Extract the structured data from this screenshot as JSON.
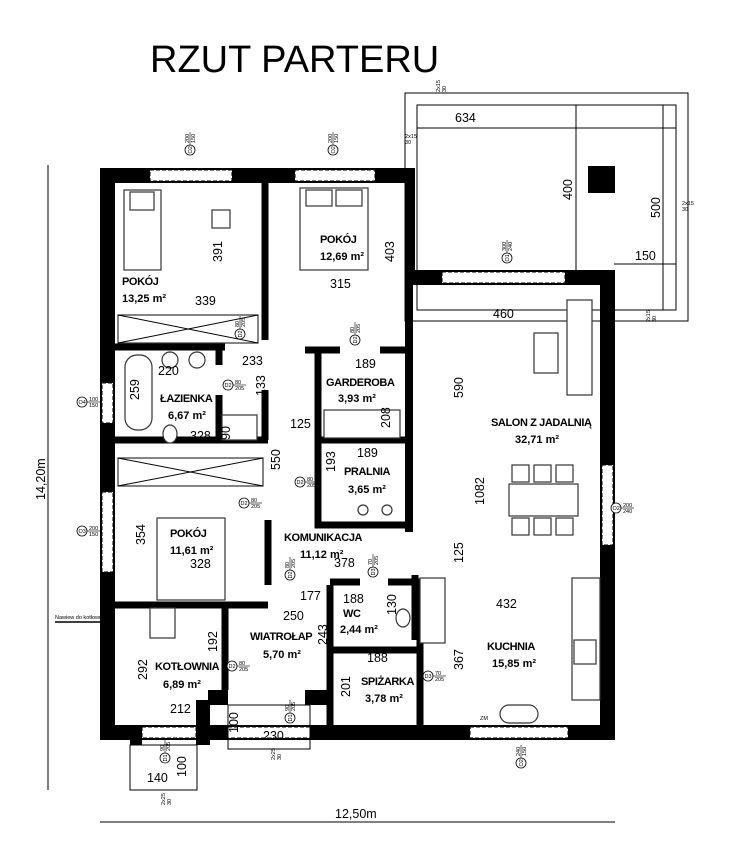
{
  "title": "RZUT PARTERU",
  "overall": {
    "height": "14,20m",
    "width": "12,50m"
  },
  "note": "Nawiew do kotłowni",
  "rooms": [
    {
      "name": "POKÓJ",
      "area": "13,25 m²"
    },
    {
      "name": "POKÓJ",
      "area": "12,69 m²"
    },
    {
      "name": "ŁAZIENKA",
      "area": "6,67 m²"
    },
    {
      "name": "GARDEROBA",
      "area": "3,93 m²"
    },
    {
      "name": "PRALNIA",
      "area": "3,65 m²"
    },
    {
      "name": "POKÓJ",
      "area": "11,61 m²"
    },
    {
      "name": "KOMUNIKACJA",
      "area": "11,12 m²"
    },
    {
      "name": "SALON Z JADALNIĄ",
      "area": "32,71 m²"
    },
    {
      "name": "WC",
      "area": "2,44 m²"
    },
    {
      "name": "WIATROŁAP",
      "area": "5,70 m²"
    },
    {
      "name": "KOTŁOWNIA",
      "area": "6,89 m²"
    },
    {
      "name": "SPIŻARKA",
      "area": "3,78 m²"
    },
    {
      "name": "KUCHNIA",
      "area": "15,85 m²"
    }
  ],
  "dimensions": [
    "634",
    "400",
    "500",
    "150",
    "339",
    "391",
    "315",
    "403",
    "233",
    "220",
    "133",
    "259",
    "328",
    "90",
    "125",
    "189",
    "208",
    "189",
    "193",
    "550",
    "354",
    "328",
    "378",
    "177",
    "188",
    "250",
    "130",
    "243",
    "192",
    "292",
    "188",
    "201",
    "212",
    "100",
    "230",
    "140",
    "100",
    "460",
    "590",
    "1082",
    "125",
    "432",
    "367"
  ],
  "openings": [
    {
      "id": "O2",
      "top": "200",
      "bottom": "150"
    },
    {
      "id": "O2",
      "top": "200",
      "bottom": "150"
    },
    {
      "id": "D2",
      "top": "80",
      "bottom": "205"
    },
    {
      "id": "D2",
      "top": "80",
      "bottom": "205"
    },
    {
      "id": "D2",
      "top": "80",
      "bottom": "205"
    },
    {
      "id": "O4",
      "top": "100",
      "bottom": "150"
    },
    {
      "id": "D2",
      "top": "80",
      "bottom": "205"
    },
    {
      "id": "D2",
      "top": "80",
      "bottom": "205"
    },
    {
      "id": "O3",
      "top": "200",
      "bottom": "150"
    },
    {
      "id": "D2",
      "top": "80",
      "bottom": "205"
    },
    {
      "id": "D3",
      "top": "70",
      "bottom": "205"
    },
    {
      "id": "D2",
      "top": "80",
      "bottom": "205"
    },
    {
      "id": "D1",
      "top": "90",
      "bottom": "205"
    },
    {
      "id": "D1",
      "top": "90",
      "bottom": "205"
    },
    {
      "id": "D3",
      "top": "70",
      "bottom": "205"
    },
    {
      "id": "O1",
      "top": "300",
      "bottom": "240"
    },
    {
      "id": "O2",
      "top": "200",
      "bottom": "240"
    },
    {
      "id": "O2",
      "top": "240",
      "bottom": "150"
    }
  ],
  "stairs": [
    {
      "top": "2x15",
      "bottom": "30"
    },
    {
      "top": "2x15",
      "bottom": "30"
    },
    {
      "top": "2x15",
      "bottom": "30"
    },
    {
      "top": "2x15",
      "bottom": "30"
    },
    {
      "top": "2x25",
      "bottom": "30"
    },
    {
      "top": "2x25",
      "bottom": "30"
    }
  ],
  "meter_label": "ZM"
}
